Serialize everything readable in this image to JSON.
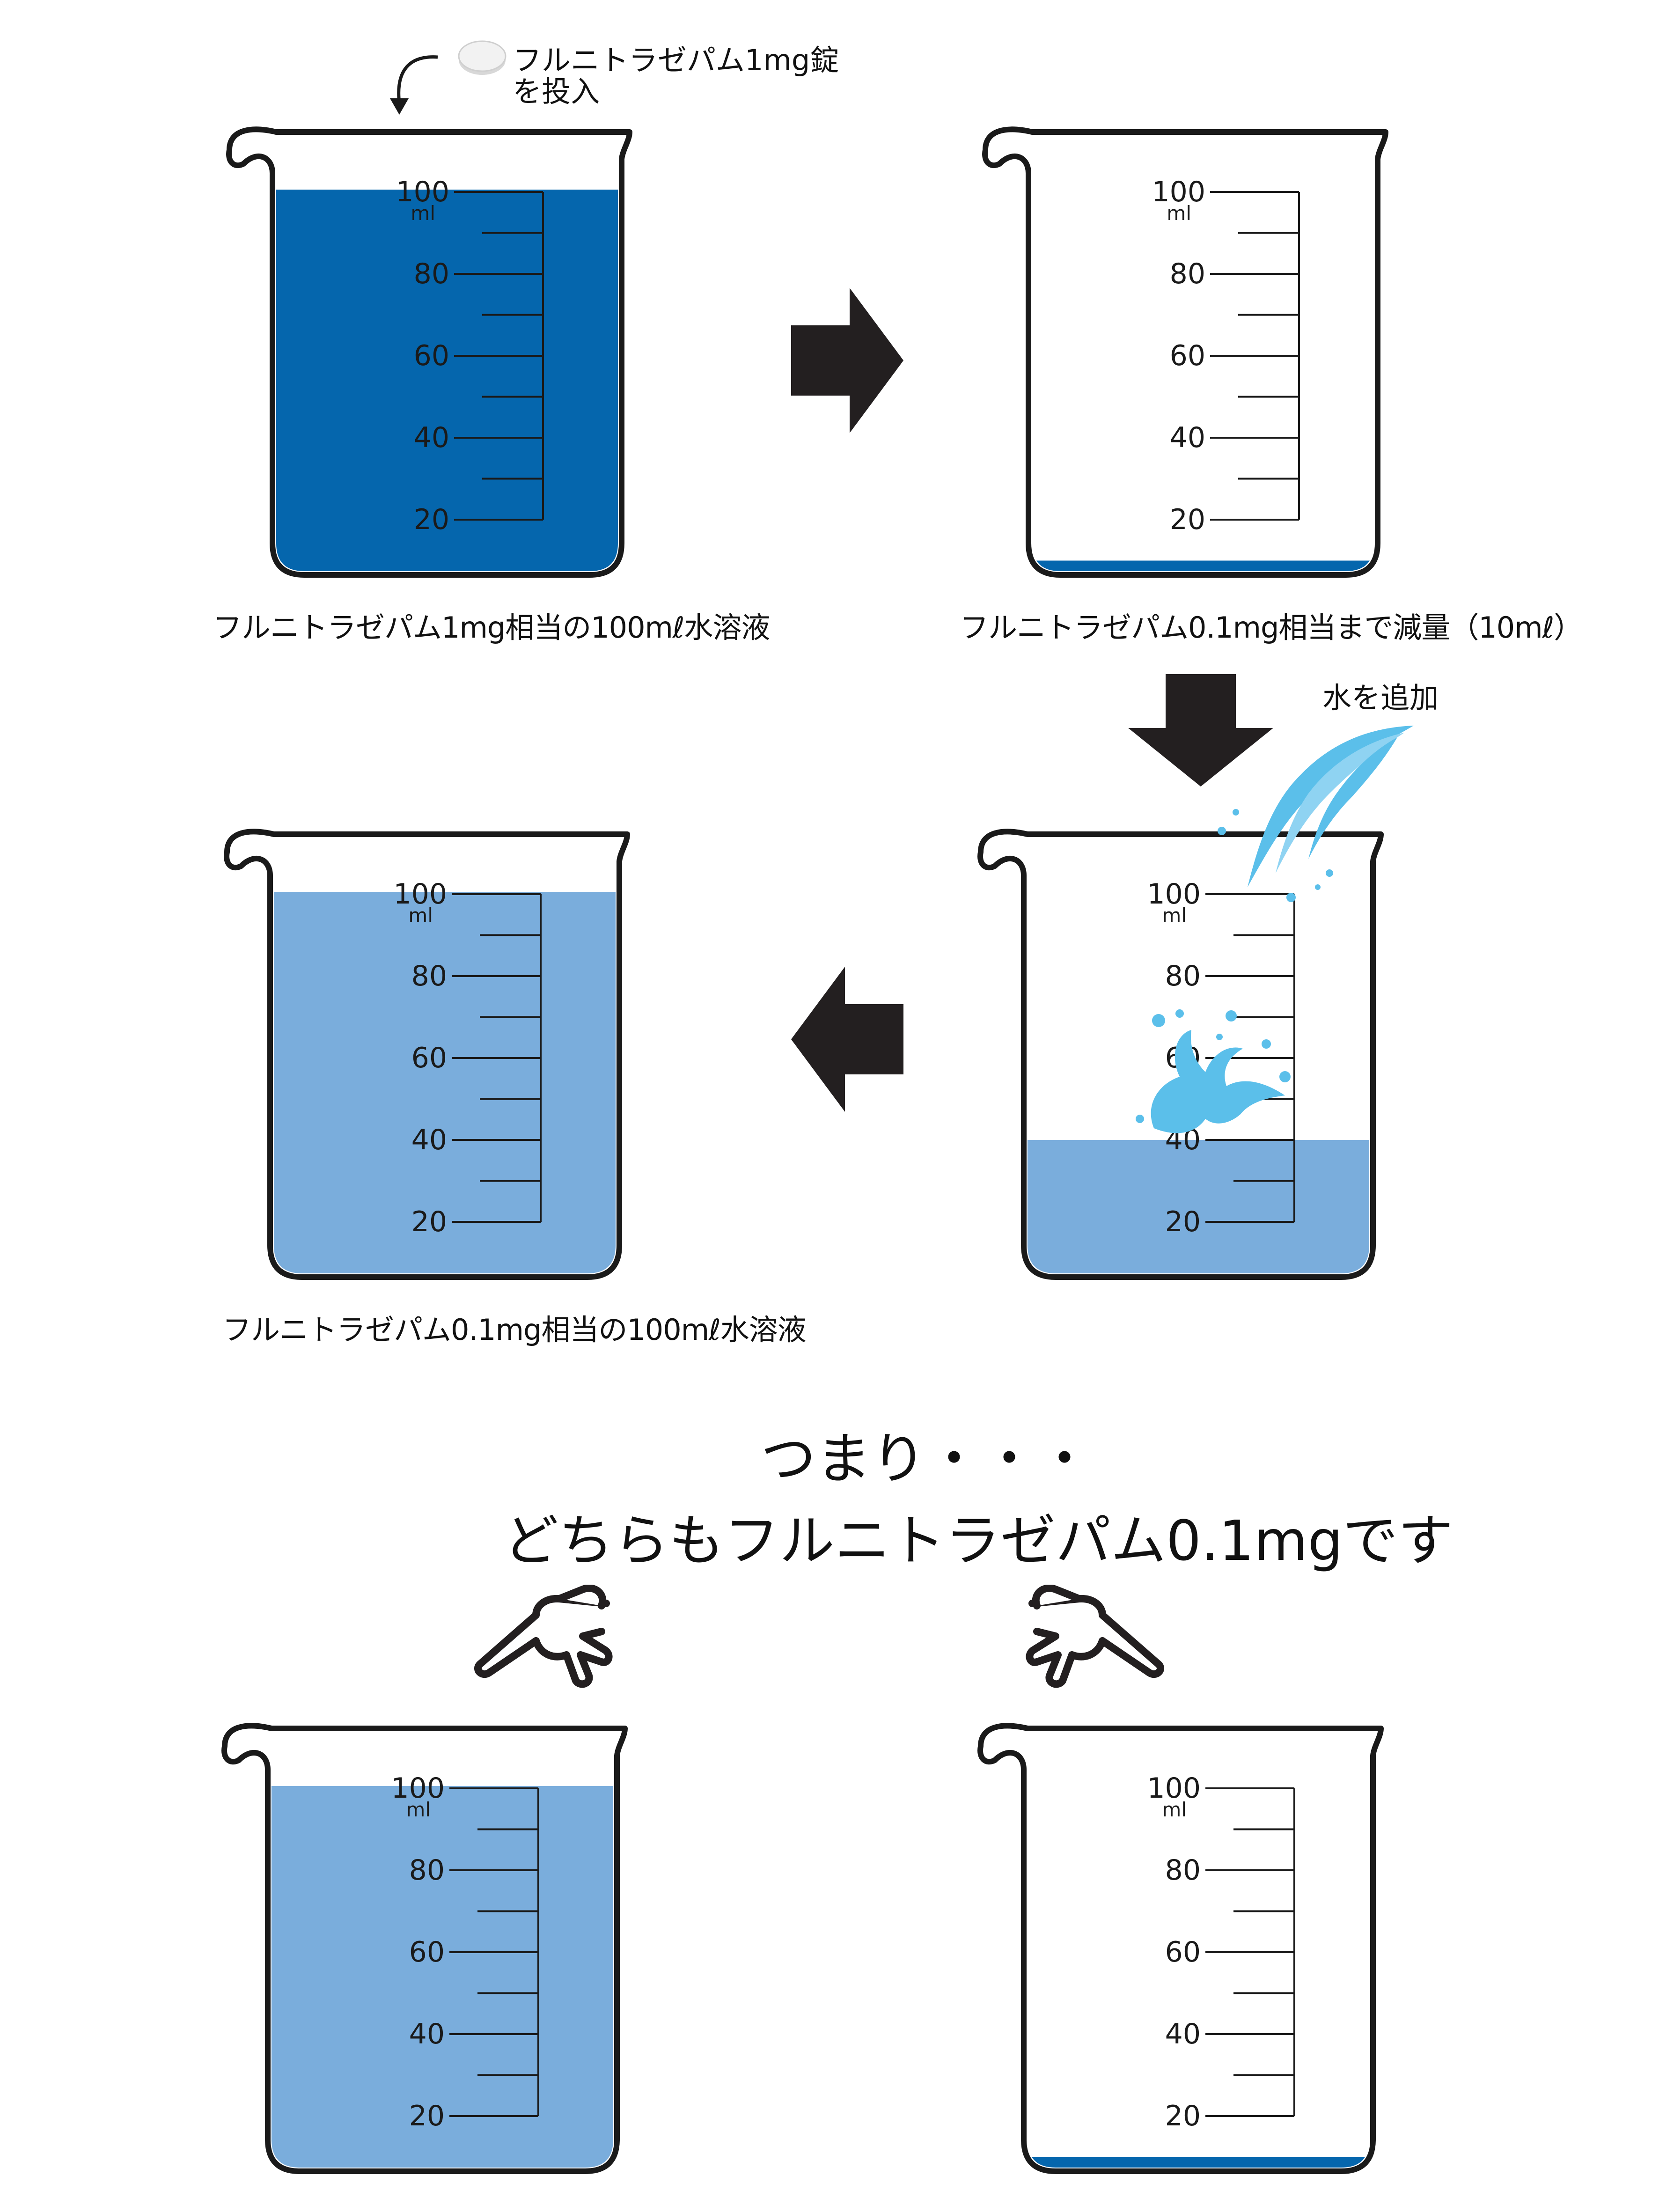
{
  "colors": {
    "dark_blue": "#0566AD",
    "light_blue": "#7AADDC",
    "splash": "#5BBFEA",
    "outline": "#1a1a1a"
  },
  "beaker_scale": {
    "unit": "ml",
    "marks": [
      "100",
      "80",
      "60",
      "40",
      "20"
    ]
  },
  "beakers": [
    {
      "id": "b1",
      "fill_level_ml": 100,
      "fill": "dark_blue",
      "caption": "フルニトラゼパム1mg相当の100mℓ水溶液"
    },
    {
      "id": "b2",
      "fill_level_ml": 10,
      "fill": "dark_blue",
      "caption": "フルニトラゼパム0.1mg相当まで減量（10mℓ）"
    },
    {
      "id": "b3",
      "fill_level_ml": 40,
      "fill": "light_blue",
      "caption": ""
    },
    {
      "id": "b4",
      "fill_level_ml": 100,
      "fill": "light_blue",
      "caption": "フルニトラゼパム0.1mg相当の100mℓ水溶液"
    },
    {
      "id": "b5",
      "fill_level_ml": 100,
      "fill": "light_blue",
      "caption": ""
    },
    {
      "id": "b6",
      "fill_level_ml": 10,
      "fill": "dark_blue",
      "caption": ""
    }
  ],
  "tablet_note": {
    "line1": "フルニトラゼパム1mg錠",
    "line2": "を投入"
  },
  "water_note": "水を追加",
  "conclusion": {
    "line1": "つまり・・・",
    "line2": "どちらもフルニトラゼパム0.1mgです"
  },
  "icons": [
    "curved-arrow-icon",
    "tablet-icon",
    "arrow-right-icon",
    "arrow-down-icon",
    "arrow-left-icon",
    "water-stream-icon",
    "splash-icon",
    "pointing-hand-icon"
  ]
}
